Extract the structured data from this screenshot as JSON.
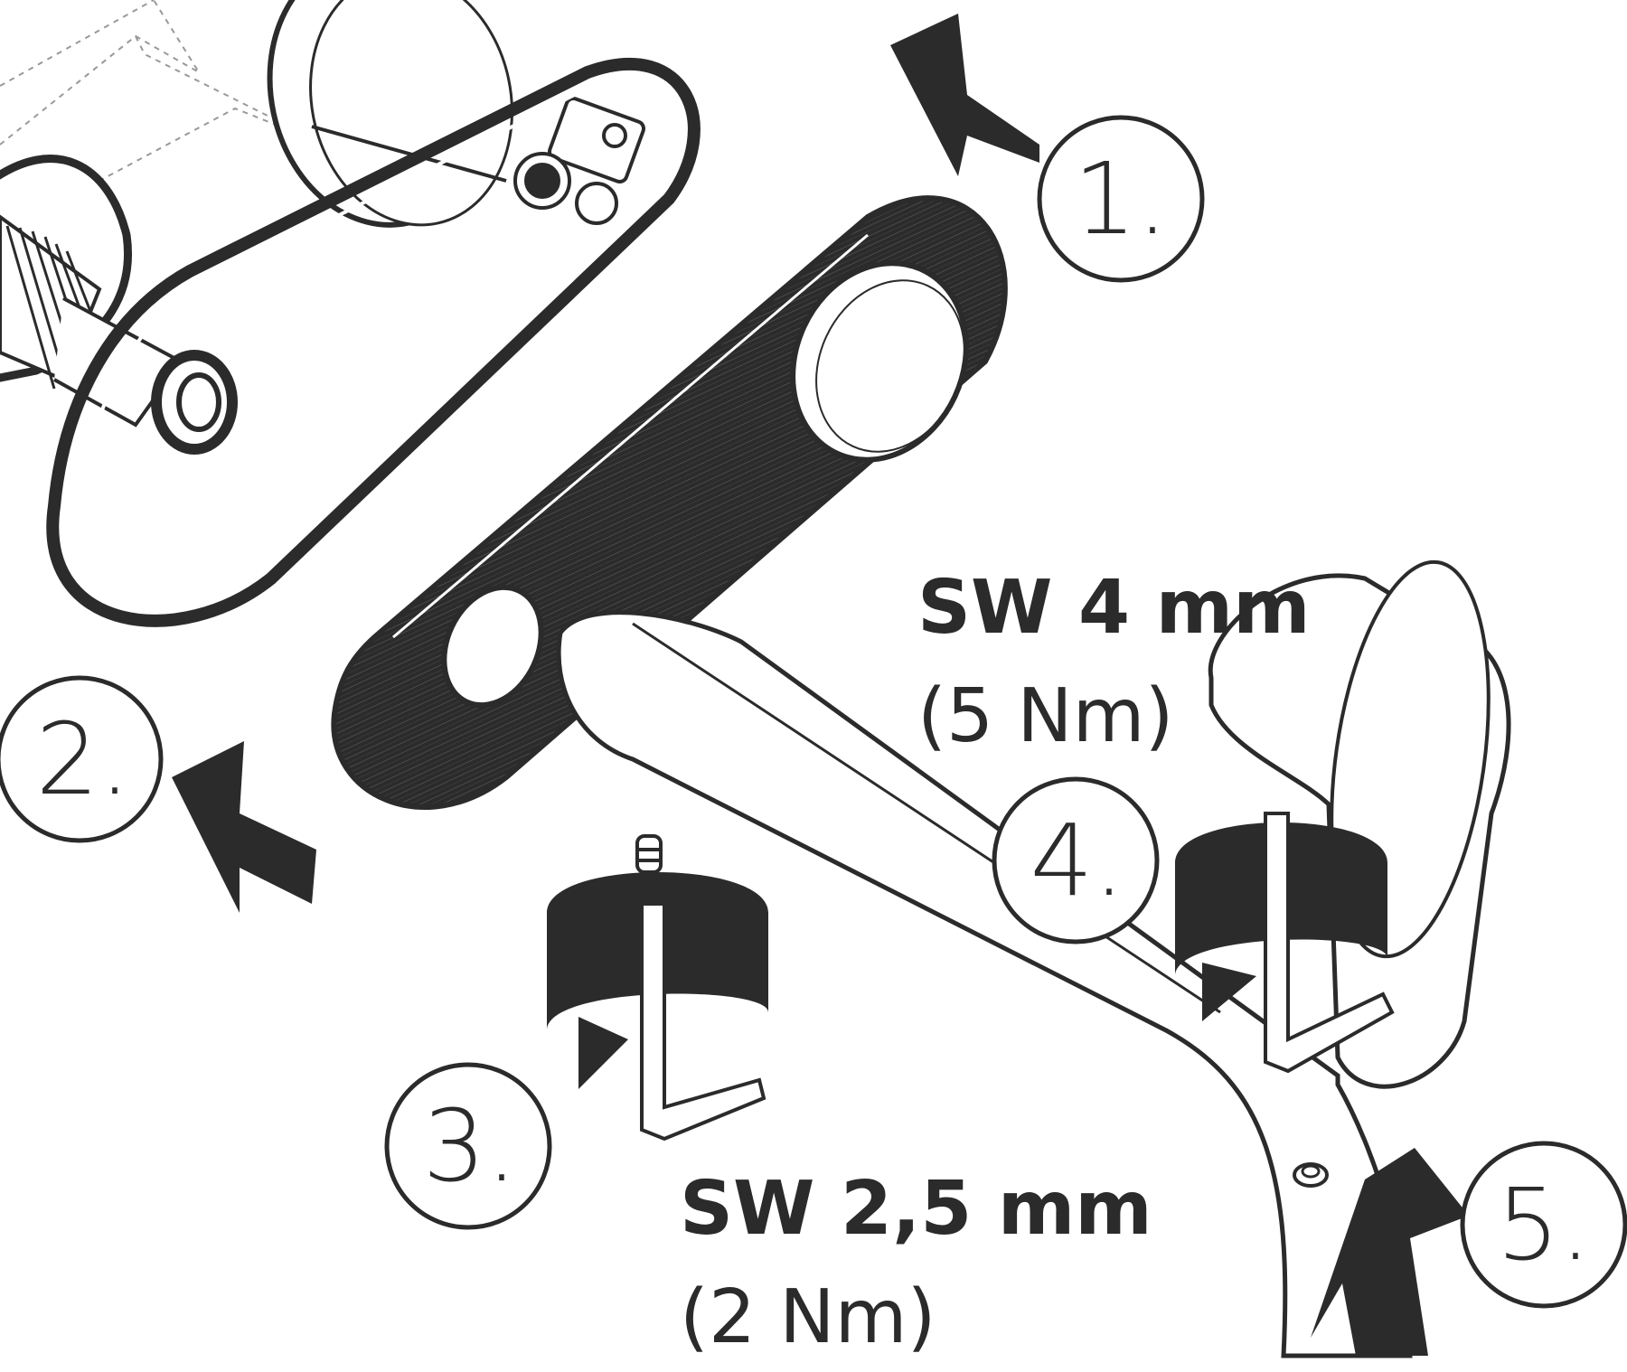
{
  "colors": {
    "ink": "#2b2b2b",
    "paper": "#ffffff",
    "hatch": "#999999"
  },
  "steps": [
    {
      "label": "1.",
      "arrow": "arrow-up-left-icon"
    },
    {
      "label": "2.",
      "arrow": "arrow-up-left-icon"
    },
    {
      "label": "3.",
      "arrow": "rotate-clockwise-icon"
    },
    {
      "label": "4.",
      "arrow": "rotate-clockwise-icon"
    },
    {
      "label": "5.",
      "arrow": "arrow-up-icon"
    }
  ],
  "specs": {
    "large": {
      "key": "SW 4 mm",
      "torque": "(5 Nm)"
    },
    "small": {
      "key": "SW 2,5 mm",
      "torque": "(2 Nm)"
    }
  }
}
